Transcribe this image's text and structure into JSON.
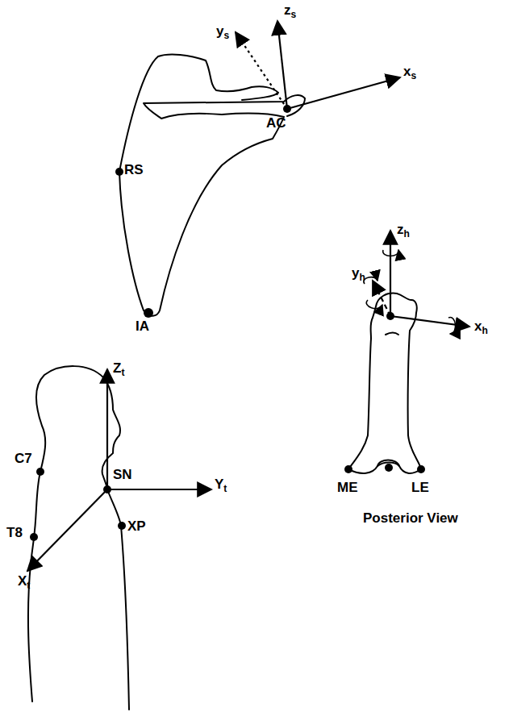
{
  "diagram": {
    "labels": [
      "zs",
      "ys",
      "xs",
      "AC",
      "RS",
      "IA",
      "Zt",
      "C7",
      "SN",
      "Yt",
      "T8",
      "XP",
      "Xt",
      "zh",
      "yh",
      "xh",
      "ME",
      "LE",
      "Posterior View"
    ]
  }
}
